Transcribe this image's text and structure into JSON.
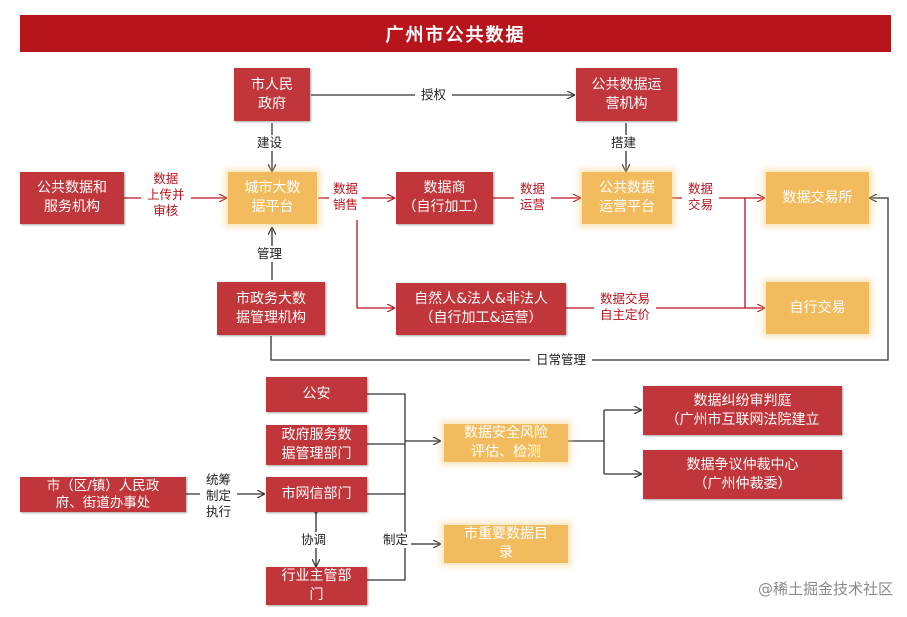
{
  "title": "广州市公共数据",
  "nodes": {
    "people_gov": "市人民\n政府",
    "ops_org": "公共数据运\n营机构",
    "public_service": "公共数据和\n服务机构",
    "bigdata_platform": "城市大数\n据平台",
    "data_vendor": "数据商\n（自行加工）",
    "ops_platform": "公共数据\n运营平台",
    "exchange": "数据交易所",
    "gov_bigdata_mgmt": "市政务大数\n据管理机构",
    "entities": "自然人&法人&非法人\n（自行加工&运营）",
    "self_trade": "自行交易",
    "police": "公安",
    "gov_service_dept": "政府服务数\n据管理部门",
    "cyber_dept": "市网信部门",
    "industry_dept": "行业主管部\n门",
    "district_gov": "市（区/镇）人民政\n府、街道办事处",
    "risk_assessment": "数据安全风险\n评估、检测",
    "catalog": "市重要数据目\n录",
    "court": "数据纠纷审判庭\n（广州市互联网法院建立",
    "arbitration": "数据争议仲裁中心\n（广州仲裁委）"
  },
  "labels": {
    "authorize": "授权",
    "build": "建设",
    "setup": "搭建",
    "upload": "数据\n上传并\n审核",
    "sales": "数据\n销售",
    "ops": "数据\n运营",
    "trade": "数据\n交易",
    "manage": "管理",
    "trade_pricing": "数据交易\n自主定价",
    "daily_mgmt": "日常管理",
    "coordinate_exec": "统筹\n制定\n执行",
    "coordinate": "协调",
    "formulate": "制定"
  },
  "watermark": "@稀土掘金技术社区"
}
